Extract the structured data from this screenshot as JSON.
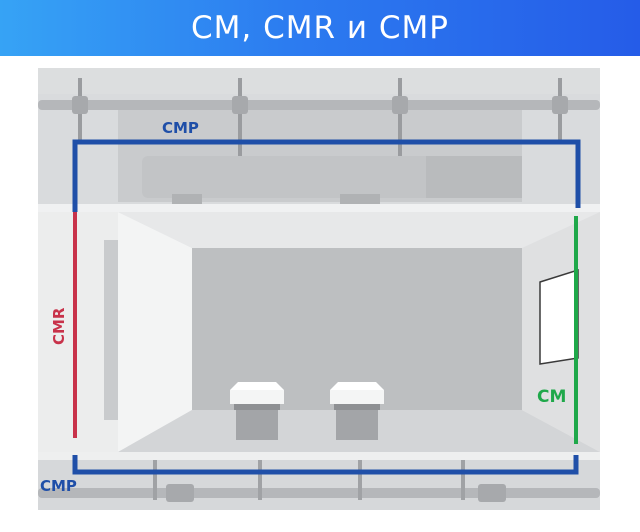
{
  "header": {
    "title": "CM, CMR и CMP"
  },
  "labels": {
    "riser_top": "CMP",
    "riser_left": "CMR",
    "riser_right": "CM",
    "floor_bottom": "CMP"
  },
  "colors": {
    "banner_start": "#36a3f5",
    "banner_end": "#255ce8",
    "cmp_cable": "#1f4fa8",
    "cmr_cable": "#c8324a",
    "cm_cable": "#1fa84a"
  }
}
